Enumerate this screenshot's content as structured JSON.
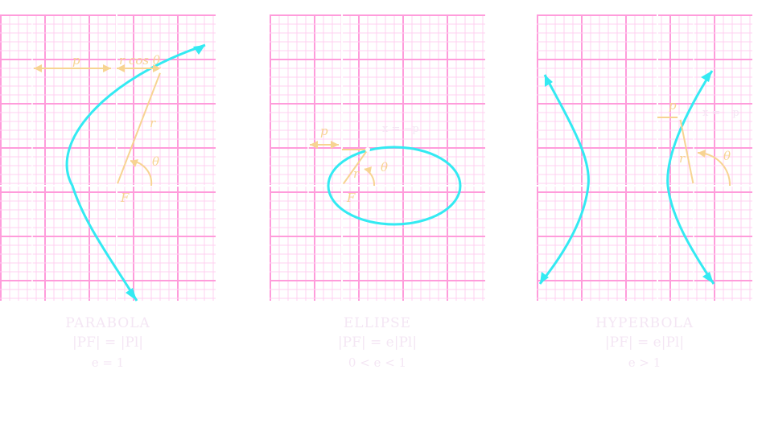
{
  "colors": {
    "grid_minor": "#ffd1f1",
    "grid_major": "#ff9cdb",
    "curve": "#33eaf2",
    "annotation": "#f7d492",
    "background": "#ffffff"
  },
  "panels": [
    {
      "id": "parabola",
      "labels": {
        "p": "p",
        "rcos": "r cos θ",
        "r": "r",
        "theta": "θ",
        "focus": "F"
      },
      "caption": {
        "title": "PARABOLA",
        "equation": "|PF| = |Pl|",
        "line1": "e = 1",
        "line2": ""
      }
    },
    {
      "id": "ellipse",
      "labels": {
        "p": "p",
        "r": "r",
        "theta": "θ",
        "focus": "F",
        "directrix": "x = −p"
      },
      "caption": {
        "title": "ELLIPSE",
        "equation": "|PF| = e|Pl|",
        "line1": "0 < e < 1",
        "line2": ""
      }
    },
    {
      "id": "hyperbola",
      "labels": {
        "p": "p",
        "r": "r",
        "theta": "θ",
        "directrix": "x = −p"
      },
      "caption": {
        "title": "HYPERBOLA",
        "equation": "|PF| = e|Pl|",
        "line1": "e > 1",
        "line2": ""
      }
    }
  ]
}
